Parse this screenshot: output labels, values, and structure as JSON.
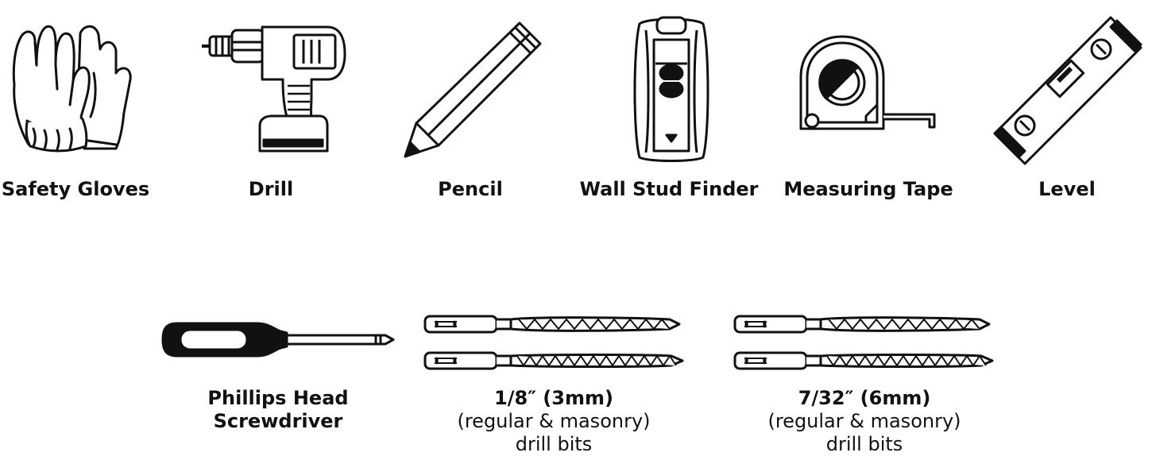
{
  "tools_row1": [
    {
      "label": "Safety Gloves",
      "icon": "safety-gloves-icon"
    },
    {
      "label": "Drill",
      "icon": "drill-icon"
    },
    {
      "label": "Pencil",
      "icon": "pencil-icon"
    },
    {
      "label": "Wall Stud Finder",
      "icon": "stud-finder-icon"
    },
    {
      "label": "Measuring Tape",
      "icon": "measuring-tape-icon"
    },
    {
      "label": "Level",
      "icon": "level-icon"
    }
  ],
  "tools_row2": [
    {
      "label_line1": "Phillips Head",
      "label_line2": "Screwdriver",
      "icon": "screwdriver-icon"
    },
    {
      "size": "1/8″ (3mm)",
      "type": "(regular & masonry)",
      "suffix": "drill bits",
      "icon": "drill-bits-icon"
    },
    {
      "size": "7/32″ (6mm)",
      "type": "(regular & masonry)",
      "suffix": "drill bits",
      "icon": "drill-bits-icon"
    }
  ],
  "colors": {
    "ink": "#111111",
    "background": "#ffffff"
  }
}
